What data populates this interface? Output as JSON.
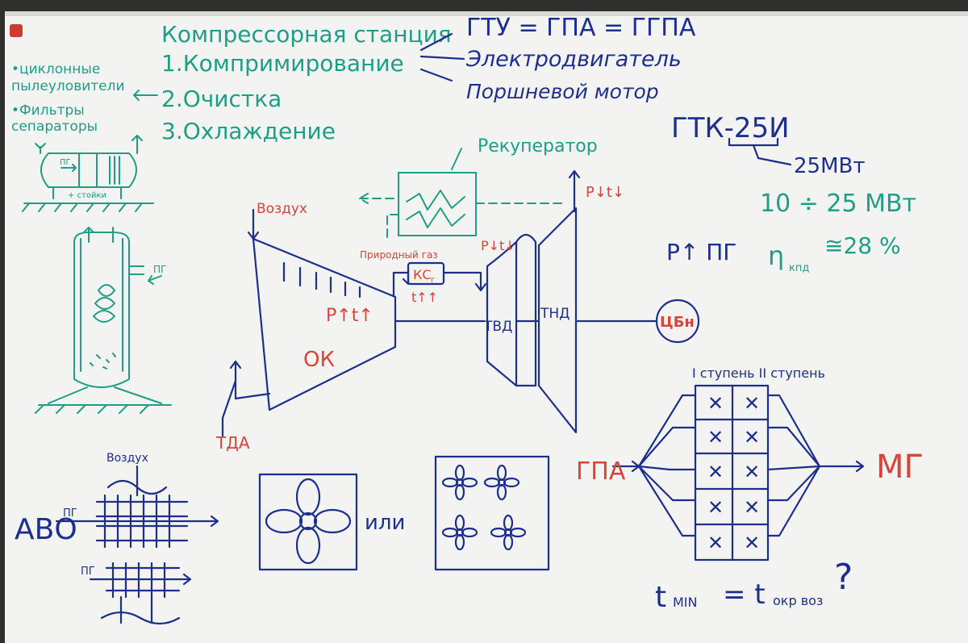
{
  "colors": {
    "blue": "#1d2f8e",
    "green": "#1f9e86",
    "red": "#d9443a",
    "board": "#f3f4f1"
  },
  "header": {
    "title": "Компрессорная станция",
    "item1": "1.Компримирование",
    "item2": "2.Очистка",
    "item3": "3.Охлаждение"
  },
  "drives": {
    "gtu": "ГТУ = ГПА = ГГПА",
    "electric": "Электродвигатель",
    "piston": "Поршневой мотор"
  },
  "cleaning": {
    "cyclone_1": "•циклонные",
    "cyclone_2": "пылеуловители",
    "filters_1": "•Фильтры",
    "filters_2": "сепараторы",
    "pg": "ПГ",
    "stops": "+ стойки",
    "pg_separator": "ПГ"
  },
  "gtk": {
    "model": "ГТК-25И",
    "power": "25МВт",
    "range": "10 ÷ 25 МВт",
    "pressure": "P↑ ПГ",
    "efficiency": "η",
    "efficiency_sub": "кпд",
    "efficiency_val": "≅28 %"
  },
  "scheme": {
    "recuperator": "Рекуператор",
    "air": "Воздух",
    "fuel_gas": "Природный газ",
    "kc": "КС",
    "kc_sub": "г",
    "kc_temp": "t↑↑",
    "p_out": "P↓t↓",
    "p_mid": "P↓t↓",
    "p_comp": "P↑t↑",
    "ok": "ОК",
    "tvd": "ТВД",
    "tnd": "ТНД",
    "cbn": "ЦБн",
    "tda": "ТДА"
  },
  "cooling": {
    "abo": "АВО",
    "abo_sup": "ПГ",
    "air": "Воздух",
    "pg": "ПГ",
    "or": "или"
  },
  "stages": {
    "heading": "I ступень II ступень",
    "gpa": "ГПА",
    "mg": "МГ",
    "cell": "✕",
    "t_min": "t",
    "t_min_sub": "MIN",
    "t_eq": "= t",
    "t_env_sub": "окр воз",
    "question": "?"
  }
}
